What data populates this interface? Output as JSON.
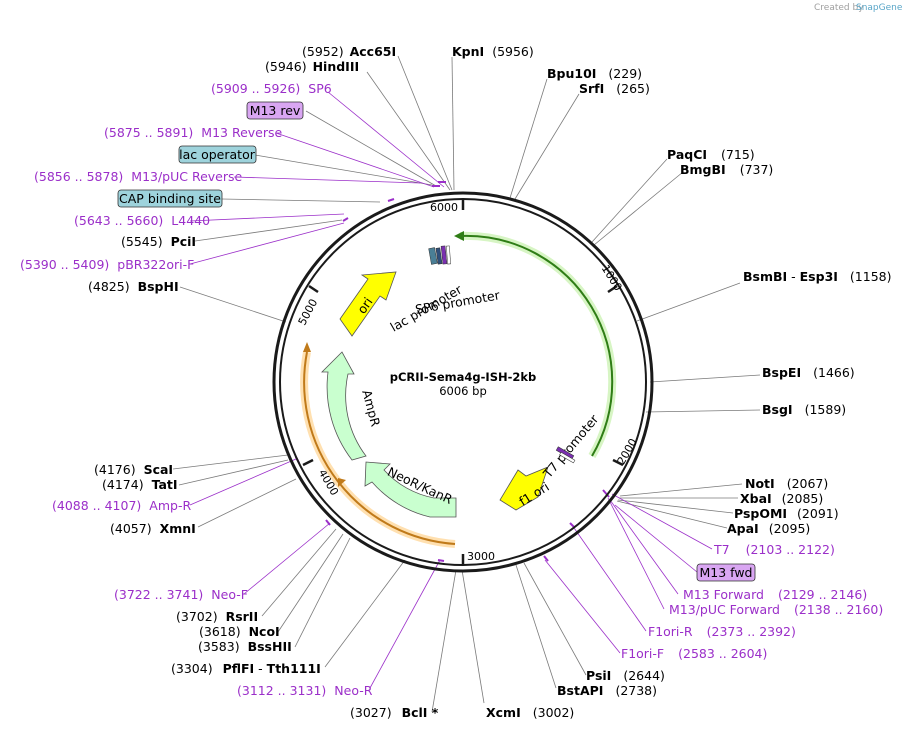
{
  "credit": {
    "prefix": "Created by",
    "brand": "SnapGene"
  },
  "center": {
    "name": "pCRII-Sema4g-ISH-2kb",
    "length": "6006 bp"
  },
  "ticks": [
    "6000",
    "1000",
    "2000",
    "3000",
    "4000",
    "5000"
  ],
  "features": {
    "ori": "ori",
    "ampr": "AmpR",
    "neo": "NeoR/KanR",
    "f1ori": "f1 ori",
    "lac_promoter": "lac promoter",
    "sp6_promoter": "SP6 promoter",
    "t7_promoter": "T7 promoter"
  },
  "sites": [
    {
      "id": "acc65i",
      "pos": "(5952)",
      "name": "Acc65I"
    },
    {
      "id": "kpni",
      "name": "KpnI",
      "pos": "(5956)"
    },
    {
      "id": "hindiii",
      "pos": "(5946)",
      "name": "HindIII"
    },
    {
      "id": "bpu10i",
      "name": "Bpu10I",
      "pos": "(229)"
    },
    {
      "id": "srfi",
      "name": "SrfI",
      "pos": "(265)"
    },
    {
      "id": "paqci",
      "name": "PaqCI",
      "pos": "(715)"
    },
    {
      "id": "bmgbi",
      "name": "BmgBI",
      "pos": "(737)"
    },
    {
      "id": "bsmbi",
      "name": "BsmBI",
      "sep": " - ",
      "name2": "Esp3I",
      "pos": "(1158)"
    },
    {
      "id": "bspei",
      "name": "BspEI",
      "pos": "(1466)"
    },
    {
      "id": "bsgi",
      "name": "BsgI",
      "pos": "(1589)"
    },
    {
      "id": "noti",
      "name": "NotI",
      "pos": "(2067)"
    },
    {
      "id": "xbai",
      "name": "XbaI",
      "pos": "(2085)"
    },
    {
      "id": "pspomi",
      "name": "PspOMI",
      "pos": "(2091)"
    },
    {
      "id": "apai",
      "name": "ApaI",
      "pos": "(2095)"
    },
    {
      "id": "psii",
      "name": "PsiI",
      "pos": "(2644)"
    },
    {
      "id": "bstapi",
      "name": "BstAPI",
      "pos": "(2738)"
    },
    {
      "id": "xcmi",
      "name": "XcmI",
      "pos": "(3002)"
    },
    {
      "id": "bcli",
      "pos": "(3027)",
      "name": "BclI *"
    },
    {
      "id": "pflfi",
      "pos": "(3304)",
      "name": "PflFI",
      "sep": " - ",
      "name2": "Tth111I"
    },
    {
      "id": "bsshii",
      "pos": "(3583)",
      "name": "BssHII"
    },
    {
      "id": "ncoi",
      "pos": "(3618)",
      "name": "NcoI"
    },
    {
      "id": "rsrii",
      "pos": "(3702)",
      "name": "RsrII"
    },
    {
      "id": "xmni",
      "pos": "(4057)",
      "name": "XmnI"
    },
    {
      "id": "tati",
      "pos": "(4174)",
      "name": "TatI"
    },
    {
      "id": "scai",
      "pos": "(4176)",
      "name": "ScaI"
    },
    {
      "id": "bsphi",
      "pos": "(4825)",
      "name": "BspHI"
    },
    {
      "id": "pcii",
      "pos": "(5545)",
      "name": "PciI"
    }
  ],
  "primers": [
    {
      "id": "sp6",
      "pos": "(5909 .. 5926)",
      "name": "SP6"
    },
    {
      "id": "m13rev_primer",
      "pos": "(5875 .. 5891)",
      "name": "M13 Reverse"
    },
    {
      "id": "m13puc_rev",
      "pos": "(5856 .. 5878)",
      "name": "M13/pUC Reverse"
    },
    {
      "id": "l4440",
      "pos": "(5643 .. 5660)",
      "name": "L4440"
    },
    {
      "id": "pbr322ori",
      "pos": "(5390 .. 5409)",
      "name": "pBR322ori-F"
    },
    {
      "id": "ampr_primer",
      "pos": "(4088 .. 4107)",
      "name": "Amp-R"
    },
    {
      "id": "neof",
      "pos": "(3722 .. 3741)",
      "name": "Neo-F"
    },
    {
      "id": "neor",
      "pos": "(3112 .. 3131)",
      "name": "Neo-R"
    },
    {
      "id": "t7",
      "name": "T7",
      "pos": "(2103 .. 2122)"
    },
    {
      "id": "m13fwd_primer",
      "name": "M13 Forward",
      "pos": "(2129 .. 2146)"
    },
    {
      "id": "m13puc_fwd",
      "name": "M13/pUC Forward",
      "pos": "(2138 .. 2160)"
    },
    {
      "id": "f1orir",
      "name": "F1ori-R",
      "pos": "(2373 .. 2392)"
    },
    {
      "id": "f1orif",
      "name": "F1ori-F",
      "pos": "(2583 .. 2604)"
    }
  ],
  "boxed": {
    "m13rev": "M13 rev",
    "lac_operator": "lac operator",
    "cap_site": "CAP binding site",
    "m13fwd": "M13 fwd"
  },
  "colors": {
    "backbone": "#1a1a1a",
    "primer": "#9b2fc9",
    "orf_green": "#2f7d16",
    "orf_orange": "#c07a1a",
    "ori_yellow": "#ffff00",
    "ampr_fill": "#c9ffcf",
    "box_purple": "#d9a6f2",
    "box_teal": "#9ed3dc"
  }
}
